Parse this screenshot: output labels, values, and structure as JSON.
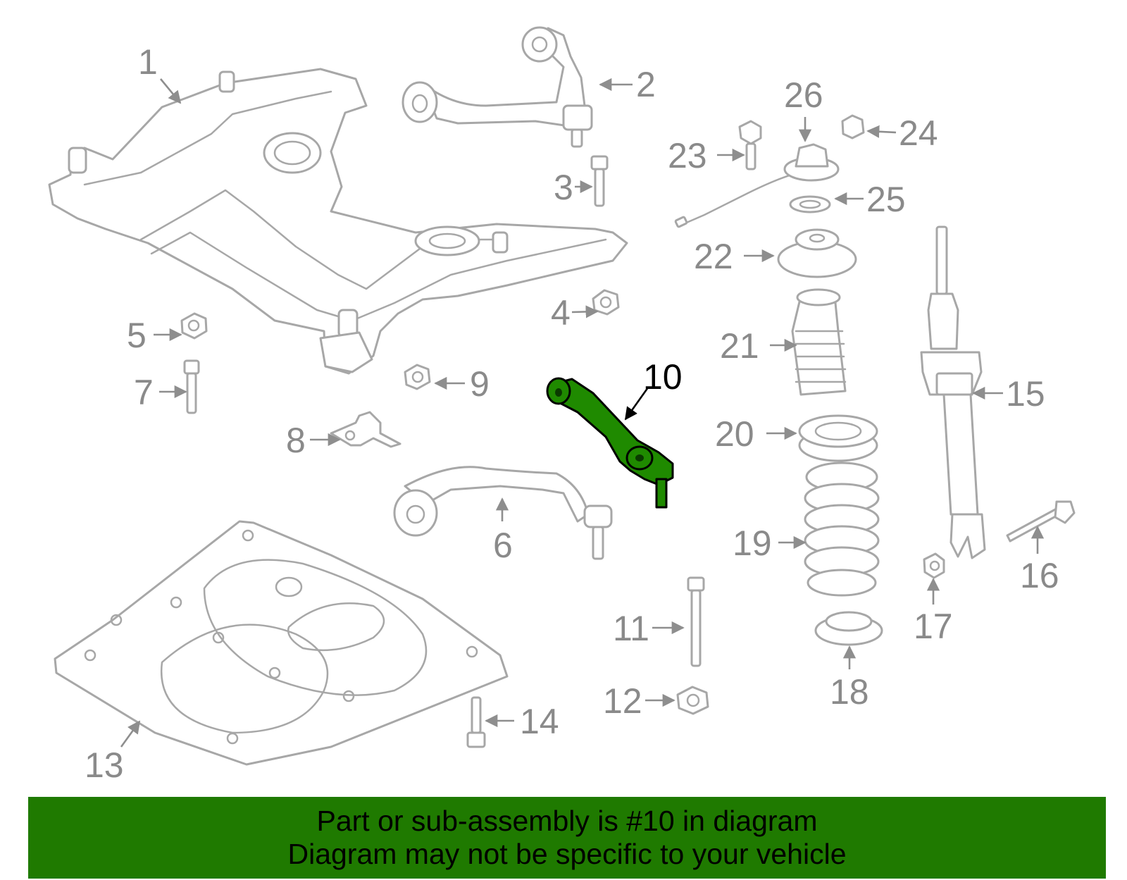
{
  "highlight_color": "#1f8a00",
  "banner": {
    "background": "#1f7a00",
    "line1": "Part or sub-assembly is #10 in diagram",
    "line2": "Diagram may not be specific to your vehicle"
  },
  "callouts": {
    "c1": "1",
    "c2": "2",
    "c3": "3",
    "c4": "4",
    "c5": "5",
    "c6": "6",
    "c7": "7",
    "c8": "8",
    "c9": "9",
    "c10": "10",
    "c11": "11",
    "c12": "12",
    "c13": "13",
    "c14": "14",
    "c15": "15",
    "c16": "16",
    "c17": "17",
    "c18": "18",
    "c19": "19",
    "c20": "20",
    "c21": "21",
    "c22": "22",
    "c23": "23",
    "c24": "24",
    "c25": "25",
    "c26": "26"
  }
}
